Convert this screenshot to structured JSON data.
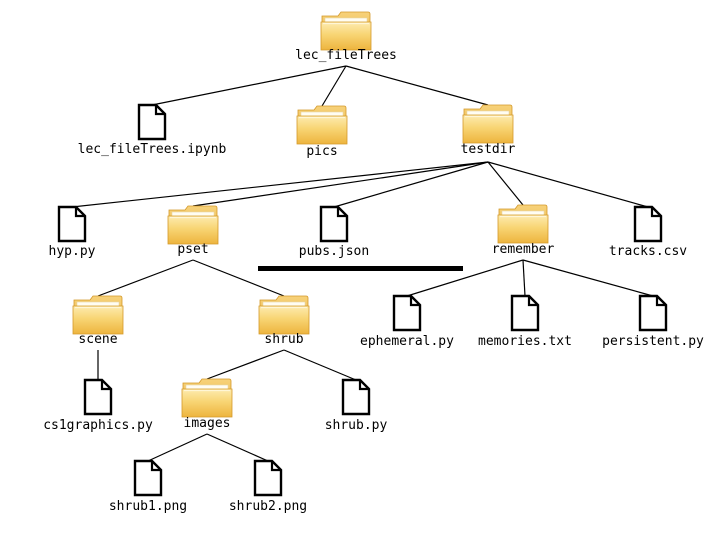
{
  "colors": {
    "folder_light": "#FCE39A",
    "folder_mid": "#F5C95A",
    "folder_dark": "#E8AE36",
    "folder_edge": "#D4992A",
    "file_outline": "#000000",
    "edge_line": "#000000",
    "separator": "#000000"
  },
  "nodes": [
    {
      "id": "lec_fileTrees",
      "label": "lec_fileTrees",
      "kind": "folder-icon",
      "parent": null
    },
    {
      "id": "lec_fileTrees_ipynb",
      "label": "lec_fileTrees.ipynb",
      "kind": "file-icon",
      "parent": "lec_fileTrees"
    },
    {
      "id": "pics",
      "label": "pics",
      "kind": "folder-icon",
      "parent": "lec_fileTrees"
    },
    {
      "id": "testdir",
      "label": "testdir",
      "kind": "folder-icon",
      "parent": "lec_fileTrees"
    },
    {
      "id": "hyp_py",
      "label": "hyp.py",
      "kind": "file-icon",
      "parent": "testdir"
    },
    {
      "id": "pset",
      "label": "pset",
      "kind": "folder-icon",
      "parent": "testdir"
    },
    {
      "id": "pubs_json",
      "label": "pubs.json",
      "kind": "file-icon",
      "parent": "testdir"
    },
    {
      "id": "remember",
      "label": "remember",
      "kind": "folder-icon",
      "parent": "testdir"
    },
    {
      "id": "tracks_csv",
      "label": "tracks.csv",
      "kind": "file-icon",
      "parent": "testdir"
    },
    {
      "id": "scene",
      "label": "scene",
      "kind": "folder-icon",
      "parent": "pset"
    },
    {
      "id": "shrub",
      "label": "shrub",
      "kind": "folder-icon",
      "parent": "pset"
    },
    {
      "id": "ephemeral_py",
      "label": "ephemeral.py",
      "kind": "file-icon",
      "parent": "remember"
    },
    {
      "id": "memories_txt",
      "label": "memories.txt",
      "kind": "file-icon",
      "parent": "remember"
    },
    {
      "id": "persistent_py",
      "label": "persistent.py",
      "kind": "file-icon",
      "parent": "remember"
    },
    {
      "id": "cs1graphics_py",
      "label": "cs1graphics.py",
      "kind": "file-icon",
      "parent": "scene"
    },
    {
      "id": "images",
      "label": "images",
      "kind": "folder-icon",
      "parent": "shrub"
    },
    {
      "id": "shrub_py",
      "label": "shrub.py",
      "kind": "file-icon",
      "parent": "shrub"
    },
    {
      "id": "shrub1_png",
      "label": "shrub1.png",
      "kind": "file-icon",
      "parent": "images"
    },
    {
      "id": "shrub2_png",
      "label": "shrub2.png",
      "kind": "file-icon",
      "parent": "images"
    }
  ]
}
